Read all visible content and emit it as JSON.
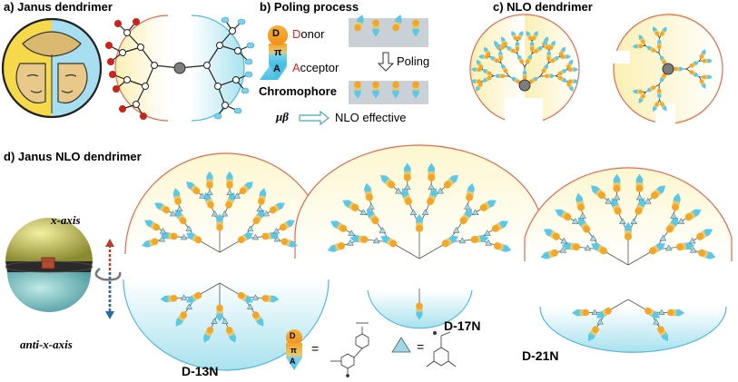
{
  "panels": {
    "a": {
      "title": "a) Janus dendrimer"
    },
    "b": {
      "title": "b) Poling process",
      "donor_letter": "D",
      "donor_rest": "onor",
      "pi_letter": "π",
      "acceptor_letter": "A",
      "acceptor_rest": "cceptor",
      "chromophore_label": "Chromophore",
      "poling_label": "Poling",
      "mu_beta_label": "μβ",
      "nlo_effective_label": "NLO effective"
    },
    "c": {
      "title": "c) NLO dendrimer"
    },
    "d": {
      "title": "d)  Janus NLO dendrimer",
      "x_axis_label": "x-axis",
      "anti_x_axis_label": "anti-x-axis",
      "compounds": [
        "D-13N",
        "D-17N",
        "D-21N"
      ],
      "legend_equals": "="
    }
  },
  "colors": {
    "yellow_fill": "#fbf3c0",
    "blue_fill": "#c6ecf3",
    "orange_donor": "#f4a626",
    "cyan_acceptor": "#5ac9e8",
    "rim_red": "#e06a50",
    "core_grey": "#808080"
  }
}
